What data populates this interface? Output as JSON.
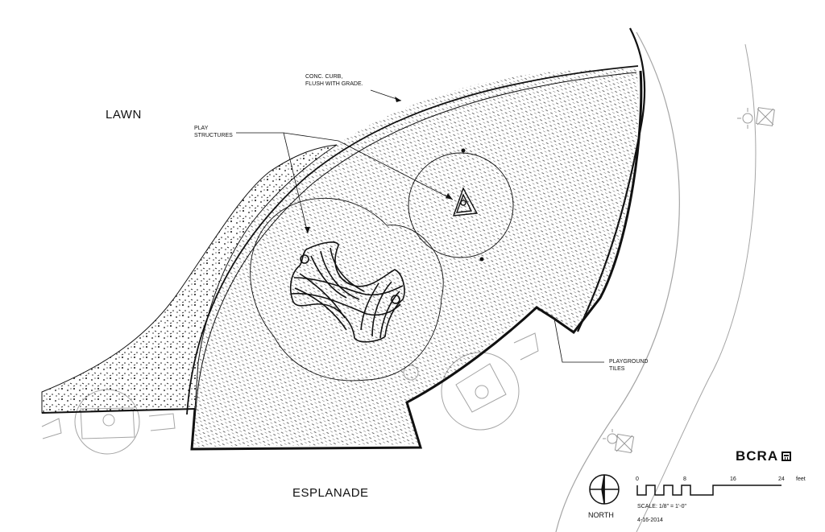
{
  "labels": {
    "lawn": "LAWN",
    "esplanade": "ESPLANADE",
    "curb_line1": "CONC. CURB,",
    "curb_line2": "FLUSH WITH GRADE.",
    "play_line1": "PLAY",
    "play_line2": "STRUCTURES",
    "tiles_line1": "PLAYGROUND",
    "tiles_line2": "TILES"
  },
  "title_block": {
    "logo": "BCRA",
    "north": "NORTH",
    "scale_text": "SCALE: 1/8\" = 1'-0\"",
    "date": "4-16-2014",
    "scale_ticks": [
      "0",
      "8",
      "16",
      "24"
    ],
    "scale_unit": "feet"
  },
  "colors": {
    "ink": "#111111",
    "faint": "#9a9a9a",
    "paper": "#ffffff"
  }
}
